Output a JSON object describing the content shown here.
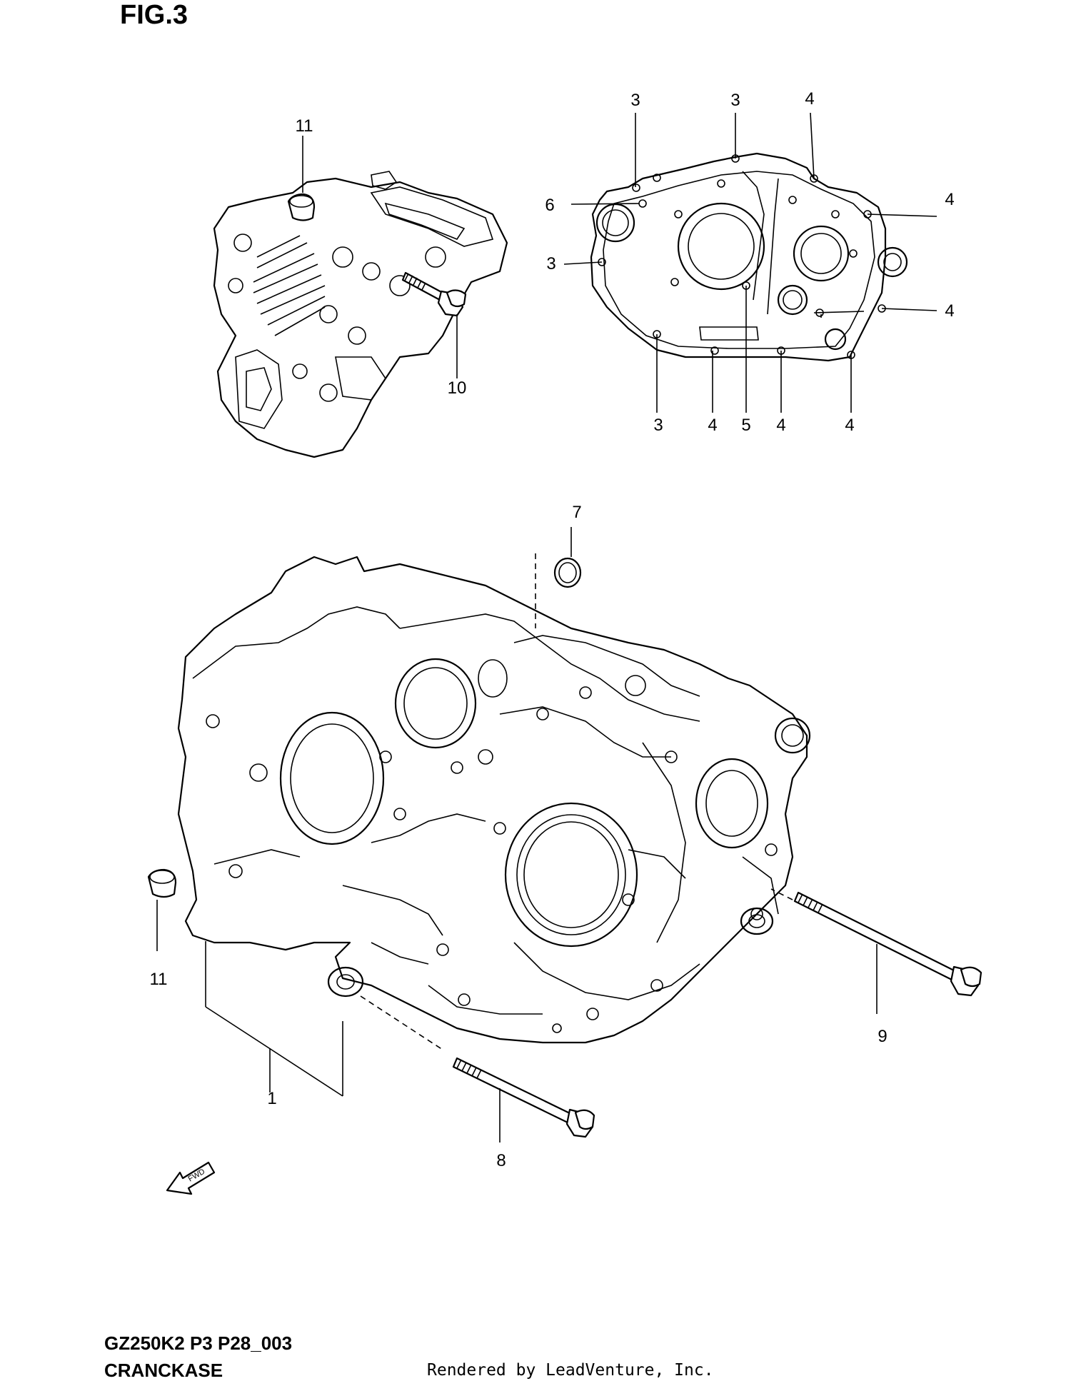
{
  "figure": {
    "title": "FIG.3"
  },
  "callouts": [
    {
      "id": "c11a",
      "label": "11"
    },
    {
      "id": "c10",
      "label": "10"
    },
    {
      "id": "c3a",
      "label": "3"
    },
    {
      "id": "c3b",
      "label": "3"
    },
    {
      "id": "c4a",
      "label": "4"
    },
    {
      "id": "c6",
      "label": "6"
    },
    {
      "id": "c3c",
      "label": "3"
    },
    {
      "id": "c4b",
      "label": "4"
    },
    {
      "id": "c4c",
      "label": "4"
    },
    {
      "id": "c3d",
      "label": "3"
    },
    {
      "id": "c4d",
      "label": "4"
    },
    {
      "id": "c5",
      "label": "5"
    },
    {
      "id": "c4e",
      "label": "4"
    },
    {
      "id": "c4f",
      "label": "4"
    },
    {
      "id": "c7",
      "label": "7"
    },
    {
      "id": "c11b",
      "label": "11"
    },
    {
      "id": "c9",
      "label": "9"
    },
    {
      "id": "c1",
      "label": "1"
    },
    {
      "id": "c8",
      "label": "8"
    }
  ],
  "fwd_label": "FWD",
  "footer": {
    "model_code": "GZ250K2 P3 P28_003",
    "section_name": "CRANCKASE",
    "rendered_by": "Rendered by LeadVenture, Inc."
  }
}
